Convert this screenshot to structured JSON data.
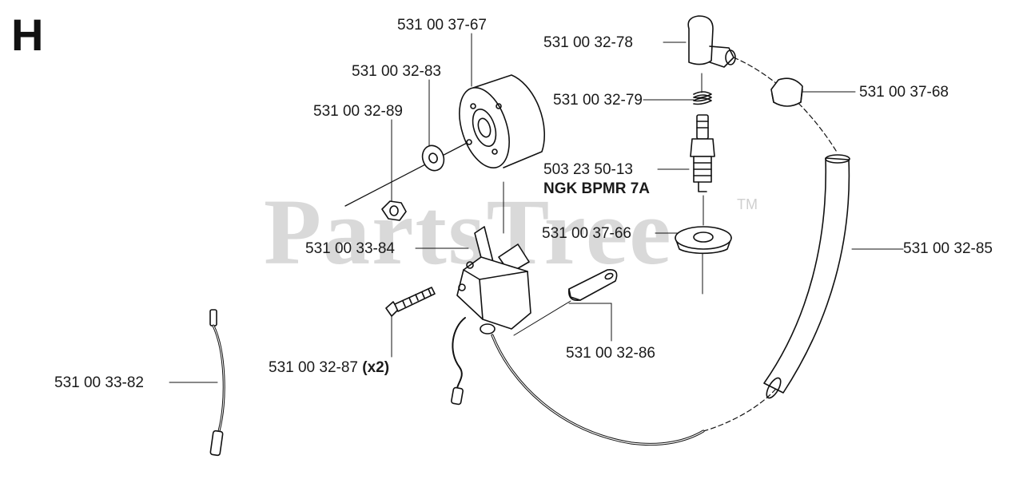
{
  "section_letter": "H",
  "watermark": {
    "brand": "PartsTree",
    "mark": "TM"
  },
  "parts": [
    {
      "id": "flywheel",
      "number": "531 00 37-67"
    },
    {
      "id": "boot",
      "number": "531 00 32-78"
    },
    {
      "id": "washer",
      "number": "531 00 32-83"
    },
    {
      "id": "spring",
      "number": "531 00 32-79"
    },
    {
      "id": "cap",
      "number": "531 00 37-68"
    },
    {
      "id": "nut",
      "number": "531 00 32-89"
    },
    {
      "id": "spark-plug",
      "number": "503 23 50-13",
      "note": "NGK BPMR 7A"
    },
    {
      "id": "grommet",
      "number": "531 00 37-66"
    },
    {
      "id": "ignition-coil",
      "number": "531 00 33-84"
    },
    {
      "id": "hose",
      "number": "531 00 32-85"
    },
    {
      "id": "screw",
      "number": "531 00 32-87",
      "note": "(x2)"
    },
    {
      "id": "clip",
      "number": "531 00 32-86"
    },
    {
      "id": "cable",
      "number": "531 00 33-82"
    }
  ]
}
